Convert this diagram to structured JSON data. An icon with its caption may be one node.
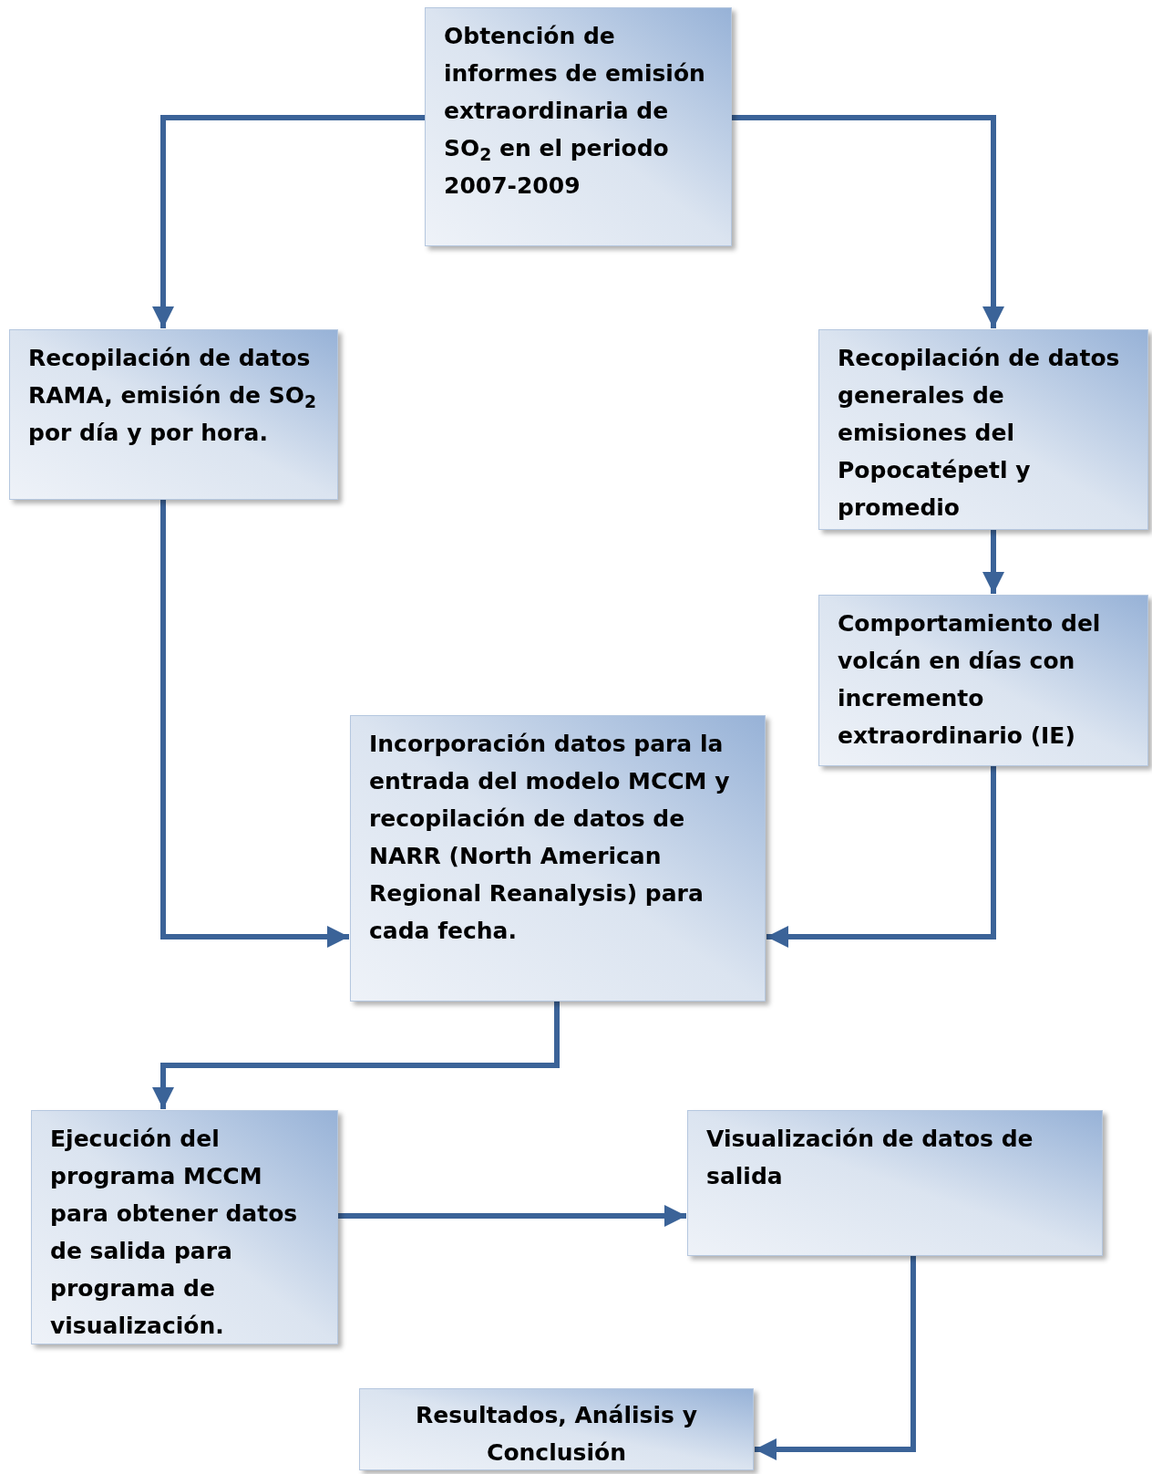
{
  "diagram": {
    "nodes": [
      {
        "text": [
          "Obtención de informes de emisión extraordinaria de SO$_{2}$ en el periodo 2007-2009"
        ]
      },
      {
        "text": [
          "Recopilación de datos RAMA, emisión de SO$_{2}$ por día y por hora."
        ]
      },
      {
        "text": [
          "Recopilación de datos generales de emisiones del Popocatépetl  y promedio"
        ]
      },
      {
        "text": [
          "Comportamiento del volcán en días con incremento extraordinario (IE)"
        ]
      },
      {
        "text": [
          "Incorporación datos para la entrada del modelo MCCM y recopilación de datos de NARR (North American Regional Reanalysis) para cada fecha."
        ]
      },
      {
        "text": [
          "Ejecución del programa MCCM para obtener datos de salida para programa de visualización."
        ]
      },
      {
        "text": [
          "Visualización de datos de salida"
        ]
      },
      {
        "text": [
          "Resultados, Análisis y Conclusión"
        ]
      }
    ],
    "edges": [
      {
        "from": 0,
        "to": 1,
        "arrow": "to"
      },
      {
        "from": 0,
        "to": 2,
        "arrow": "to"
      },
      {
        "from": 2,
        "to": 3,
        "arrow": "to"
      },
      {
        "from": 1,
        "to": 4,
        "arrow": "to"
      },
      {
        "from": 3,
        "to": 4,
        "arrow": "to"
      },
      {
        "from": 4,
        "to": 5,
        "arrow": "to"
      },
      {
        "from": 5,
        "to": 6,
        "arrow": "to"
      },
      {
        "from": 6,
        "to": 7,
        "arrow": "to"
      }
    ]
  }
}
